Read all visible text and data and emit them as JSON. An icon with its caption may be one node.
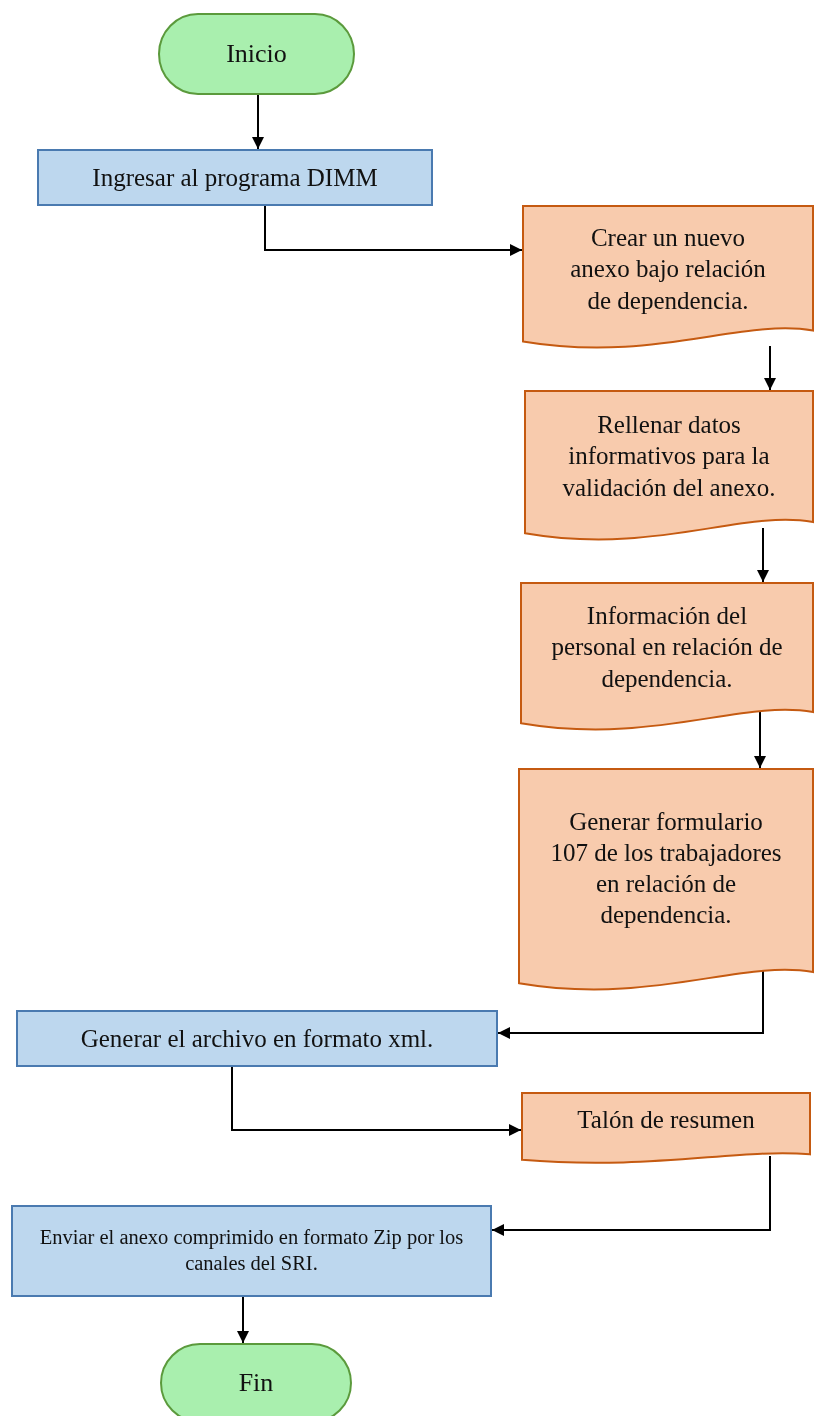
{
  "diagram": {
    "nodes": [
      {
        "text": [
          "Inicio"
        ]
      },
      {
        "text": [
          "Ingresar al programa DIMM"
        ]
      },
      {
        "text": [
          "Crear un nuevo anexo bajo relación de dependencia."
        ]
      },
      {
        "text": [
          "Rellenar datos informativos para la validación del anexo."
        ]
      },
      {
        "text": [
          "Información del personal en relación de dependencia."
        ]
      },
      {
        "text": [
          "Generar formulario 107 de los trabajadores en relación de dependencia."
        ]
      },
      {
        "text": [
          "Generar el archivo en formato xml."
        ]
      },
      {
        "text": [
          "Talón de resumen"
        ]
      },
      {
        "text": [
          "Enviar el anexo comprimido en formato Zip por los canales del SRI."
        ]
      },
      {
        "text": [
          "Fin"
        ]
      }
    ],
    "edges": [
      {
        "from": 0,
        "to": 1,
        "arrow": "to"
      },
      {
        "from": 1,
        "to": 2,
        "arrow": "to"
      },
      {
        "from": 2,
        "to": 3,
        "arrow": "to"
      },
      {
        "from": 3,
        "to": 4,
        "arrow": "to"
      },
      {
        "from": 4,
        "to": 5,
        "arrow": "to"
      },
      {
        "from": 5,
        "to": 6,
        "arrow": "to"
      },
      {
        "from": 6,
        "to": 7,
        "arrow": "to"
      },
      {
        "from": 7,
        "to": 8,
        "arrow": "to"
      },
      {
        "from": 8,
        "to": 9,
        "arrow": "to"
      }
    ]
  }
}
